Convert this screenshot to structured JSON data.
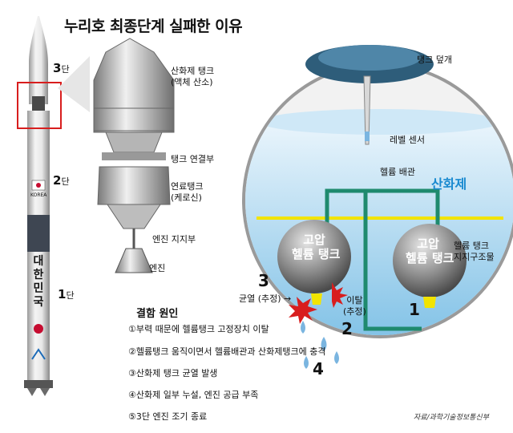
{
  "title": "누리호 최종단계 실패한 이유",
  "stages": {
    "s3": "3",
    "s2": "2",
    "s1": "1",
    "unit": "단"
  },
  "rocket_text": {
    "korea": "KOREA",
    "name": "대한민국"
  },
  "tank_labels": {
    "lox_tank": [
      "산화제 탱크",
      "(액체 산소)"
    ],
    "connector": "탱크 연결부",
    "fuel_tank": [
      "연료탱크",
      "(케로신)"
    ],
    "engine_support": "엔진 지지부",
    "engine": "엔진"
  },
  "detail_labels": {
    "tank_cover": "탱크 덮개",
    "level_sensor": "레벨 센서",
    "helium_pipe": "헬륨 배관",
    "oxidizer": "산화제",
    "helium_tank_left": [
      "고압",
      "헬륨 탱크"
    ],
    "helium_tank_right": [
      "고압",
      "헬륨 탱크"
    ],
    "support_adjust": [
      "헬륨 탱크",
      "지지구조물"
    ],
    "crack": "균열 (추정) →",
    "detach": [
      "이탈",
      "(추정)"
    ]
  },
  "markers": [
    "1",
    "2",
    "3",
    "4"
  ],
  "causes": {
    "title": "결함 원인",
    "items": [
      "①부력 때문에 헬륨탱크 고정장치 이탈",
      "②헬륨탱크 움직이면서 헬륨배관과 산화제탱크에 충격",
      "③산화제 탱크 균열 발생",
      "④산화제 일부 누설, 엔진 공급 부족",
      "⑤3단 엔진 조기 종료"
    ]
  },
  "credit": "자료/과학기술정보통신부",
  "colors": {
    "oxidizer": "#1a8ad0",
    "pipe": "#1f8a6e",
    "support": "#f2e400",
    "highlight": "#d81e1e",
    "tank_cover": "#2e5d7a"
  }
}
